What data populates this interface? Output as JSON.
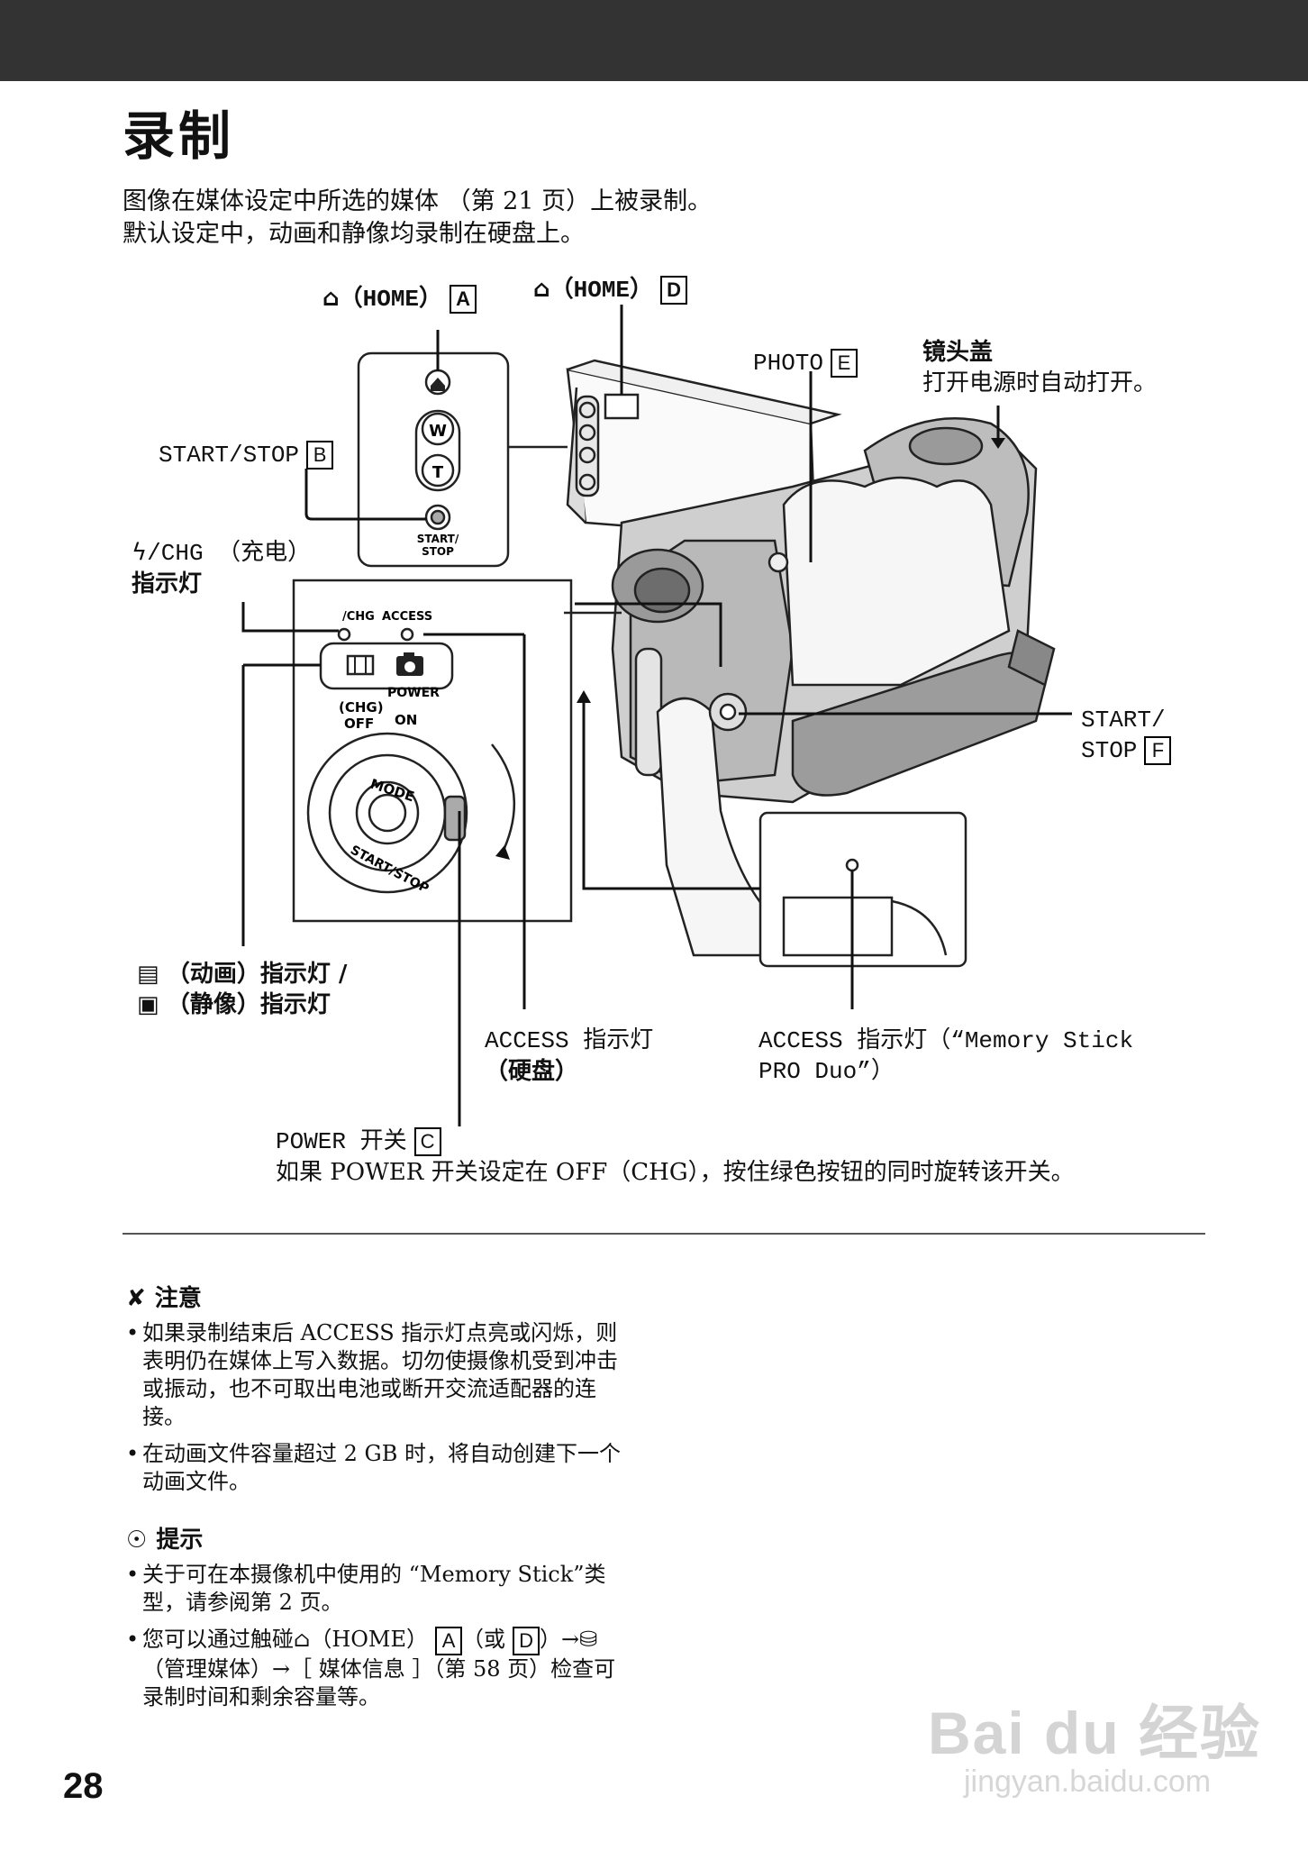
{
  "page": {
    "title": "录制",
    "intro_line1": "图像在媒体设定中所选的媒体 （第 21 页）上被录制。",
    "intro_line2": "默认设定中，动画和静像均录制在硬盘上。",
    "page_number": "28"
  },
  "diagram": {
    "home_a_text": "（HOME）",
    "home_a_letter": "A",
    "home_d_text": "（HOME）",
    "home_d_letter": "D",
    "photo_text": "PHOTO",
    "photo_letter": "E",
    "lens_cap_title": "镜头盖",
    "lens_cap_desc": "打开电源时自动打开。",
    "start_stop_b_text": "START/STOP",
    "start_stop_b_letter": "B",
    "chg_line1": "/CHG （充电）",
    "chg_line2": "指示灯",
    "start_stop_f_line1": "START/",
    "start_stop_f_line2": "STOP",
    "start_stop_f_letter": "F",
    "movie_lamp_text": "（动画）指示灯 /",
    "still_lamp_text": "（静像）指示灯",
    "access_hdd_line1": "ACCESS 指示灯",
    "access_hdd_line2": "（硬盘）",
    "access_ms_line1": "ACCESS 指示灯（“Memory Stick",
    "access_ms_line2": "PRO Duo”）",
    "power_text": "POWER 开关",
    "power_letter": "C",
    "power_desc": "如果 POWER 开关设定在 OFF（CHG），按住绿色按钮的同时旋转该开关。",
    "panel": {
      "w": "W",
      "t": "T",
      "start_stop": "START/",
      "start_stop2": "STOP",
      "chg": "/CHG",
      "access": "ACCESS",
      "power": "POWER",
      "chg_paren": "(CHG)",
      "off": "OFF",
      "on": "ON",
      "mode": "MODE",
      "dial_ss": "START/STOP"
    }
  },
  "notes": {
    "caution_title": "注意",
    "caution_items": [
      "如果录制结束后 ACCESS 指示灯点亮或闪烁，则表明仍在媒体上写入数据。切勿使摄像机受到冲击或振动，也不可取出电池或断开交流适配器的连接。",
      "在动画文件容量超过 2 GB 时，将自动创建下一个动画文件。"
    ],
    "tips_title": "提示",
    "tip1": "关于可在本摄像机中使用的 “Memory Stick”类型，请参阅第 2 页。",
    "tip2_a": "您可以通过触碰",
    "tip2_b": "（HOME）",
    "tip2_letter_a": "A",
    "tip2_c": "（或",
    "tip2_letter_d": "D",
    "tip2_d": "）→",
    "tip2_e": "（管理媒体）→［ 媒体信息 ］（第 58 页）检查可录制时间和剩余容量等。"
  },
  "watermark": {
    "brand": "Bai du 经验",
    "url": "jingyan.baidu.com"
  }
}
